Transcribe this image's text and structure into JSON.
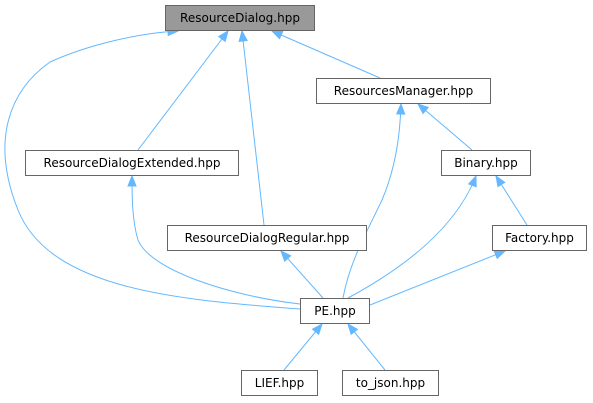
{
  "diagram": {
    "type": "include-dependency-graph",
    "colors": {
      "edge": "#63b8ff",
      "node_border": "#666666",
      "root_fill": "#999999",
      "node_fill": "#ffffff"
    },
    "nodes": {
      "resource_dialog": "ResourceDialog.hpp",
      "resources_manager": "ResourcesManager.hpp",
      "resource_dialog_extended": "ResourceDialogExtended.hpp",
      "binary": "Binary.hpp",
      "resource_dialog_regular": "ResourceDialogRegular.hpp",
      "factory": "Factory.hpp",
      "pe": "PE.hpp",
      "lief": "LIEF.hpp",
      "to_json": "to_json.hpp"
    },
    "edges": [
      {
        "from": "resources_manager",
        "to": "resource_dialog"
      },
      {
        "from": "resource_dialog_extended",
        "to": "resource_dialog"
      },
      {
        "from": "resource_dialog_regular",
        "to": "resource_dialog"
      },
      {
        "from": "pe",
        "to": "resource_dialog"
      },
      {
        "from": "binary",
        "to": "resources_manager"
      },
      {
        "from": "pe",
        "to": "resources_manager"
      },
      {
        "from": "pe",
        "to": "resource_dialog_extended"
      },
      {
        "from": "pe",
        "to": "resource_dialog_regular"
      },
      {
        "from": "factory",
        "to": "binary"
      },
      {
        "from": "pe",
        "to": "binary"
      },
      {
        "from": "pe",
        "to": "factory"
      },
      {
        "from": "lief",
        "to": "pe"
      },
      {
        "from": "to_json",
        "to": "pe"
      }
    ]
  }
}
